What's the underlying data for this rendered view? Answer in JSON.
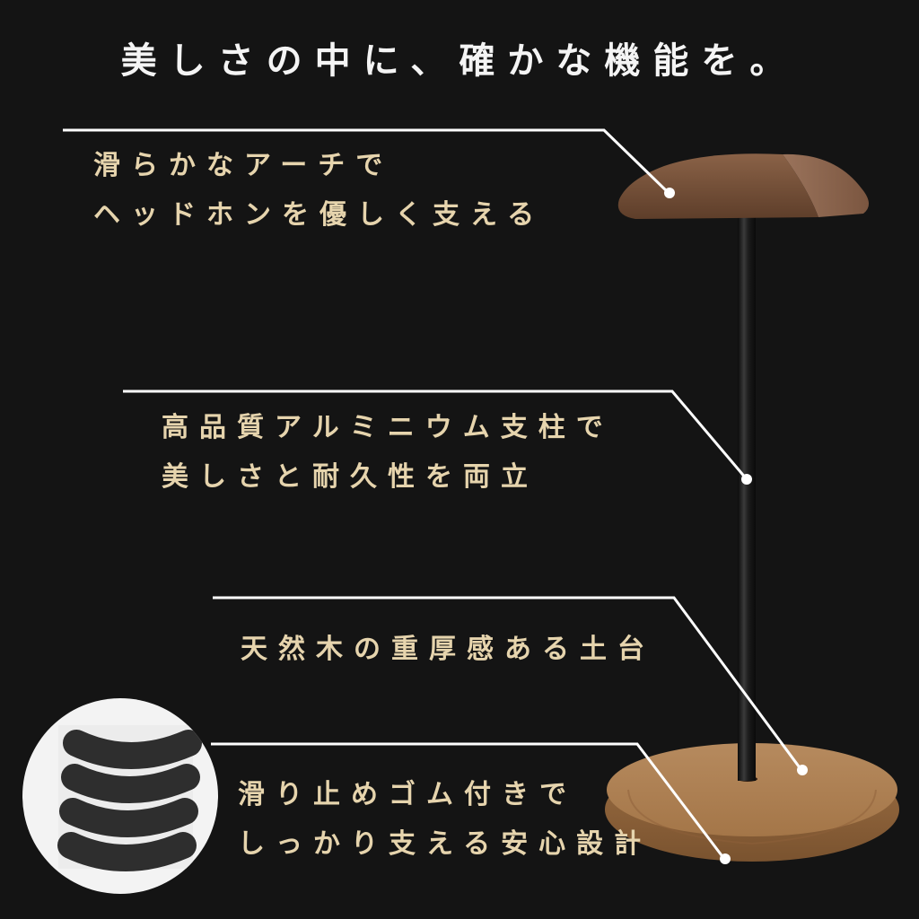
{
  "header": {
    "title": "美しさの中に、確かな機能を。"
  },
  "features": [
    {
      "id": "arch",
      "lines": [
        "滑らかなアーチで",
        "ヘッドホンを優しく支える"
      ]
    },
    {
      "id": "pole",
      "lines": [
        "高品質アルミニウム支柱で",
        "美しさと耐久性を両立"
      ]
    },
    {
      "id": "base",
      "lines": [
        "天然木の重厚感ある土台"
      ]
    },
    {
      "id": "rubber",
      "lines": [
        "滑り止めゴム付きで",
        "しっかり支える安心設計"
      ]
    }
  ],
  "colors": {
    "background": "#141414",
    "title_text": "#f4f4f4",
    "caption_text": "#e6d4ad",
    "leader_line": "#ffffff",
    "walnut_top": "#7a5439",
    "oak_base": "#a77a50",
    "pole": "#1c1c1c"
  },
  "images": {
    "product": "headphone-stand-walnut-aluminum",
    "inset": "anti-slip-rubber-pads"
  }
}
